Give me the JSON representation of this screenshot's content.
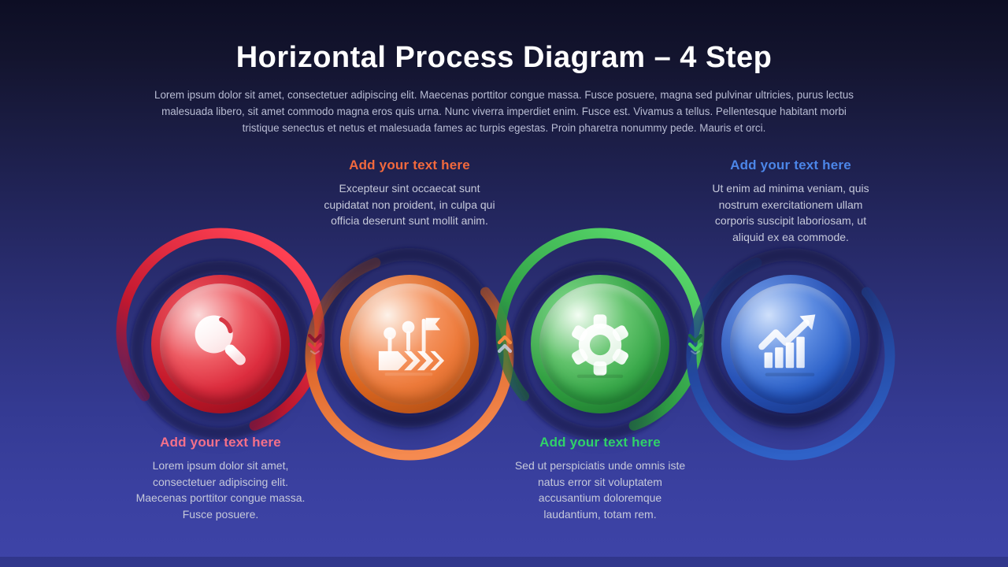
{
  "slide": {
    "title": "Horizontal Process Diagram – 4 Step",
    "subtitle": "Lorem ipsum dolor sit amet, consectetuer adipiscing elit. Maecenas porttitor congue massa. Fusce posuere, magna sed pulvinar ultricies, purus lectus malesuada libero, sit amet commodo magna eros quis urna. Nunc viverra imperdiet enim. Fusce est. Vivamus a tellus. Pellentesque habitant morbi tristique senectus et netus et malesuada fames ac turpis egestas. Proin pharetra nonummy pede. Mauris et orci."
  },
  "steps": [
    {
      "heading": "Add your text here",
      "body": "Lorem ipsum dolor sit amet, consectetuer adipiscing elit. Maecenas porttitor congue massa. Fusce posuere.",
      "icon": "magnifier-search-icon",
      "accent": "#e23a4a",
      "heading_color": "#f4708a",
      "text_position": "below"
    },
    {
      "heading": "Add your text here",
      "body": "Excepteur sint occaecat sunt cupidatat non proident, in culpa qui officia deserunt sunt mollit anim.",
      "icon": "milestone-flag-icon",
      "accent": "#ef7b41",
      "heading_color": "#f2693d",
      "text_position": "above"
    },
    {
      "heading": "Add your text here",
      "body": "Sed ut perspiciatis unde omnis iste natus error sit voluptatem accusantium doloremque laudantium, totam rem.",
      "icon": "gear-icon",
      "accent": "#46b853",
      "heading_color": "#30d169",
      "text_position": "below"
    },
    {
      "heading": "Add your text here",
      "body": "Ut enim ad minima veniam, quis nostrum exercitationem ullam corporis suscipit laboriosam, ut aliquid ex ea commode.",
      "icon": "growth-chart-icon",
      "accent": "#2f62c4",
      "heading_color": "#4c86e8",
      "text_position": "above"
    }
  ],
  "connectors": [
    {
      "direction": "down",
      "color": "#e23348"
    },
    {
      "direction": "up",
      "color": "#f58a3e"
    },
    {
      "direction": "down",
      "color": "#44cd62"
    }
  ],
  "colors": {
    "background_top": "#0d0e24",
    "background_bottom": "#3e44a8",
    "title": "#ffffff",
    "subtitle": "#b9bdd4",
    "body_text": "#c6c9da"
  }
}
